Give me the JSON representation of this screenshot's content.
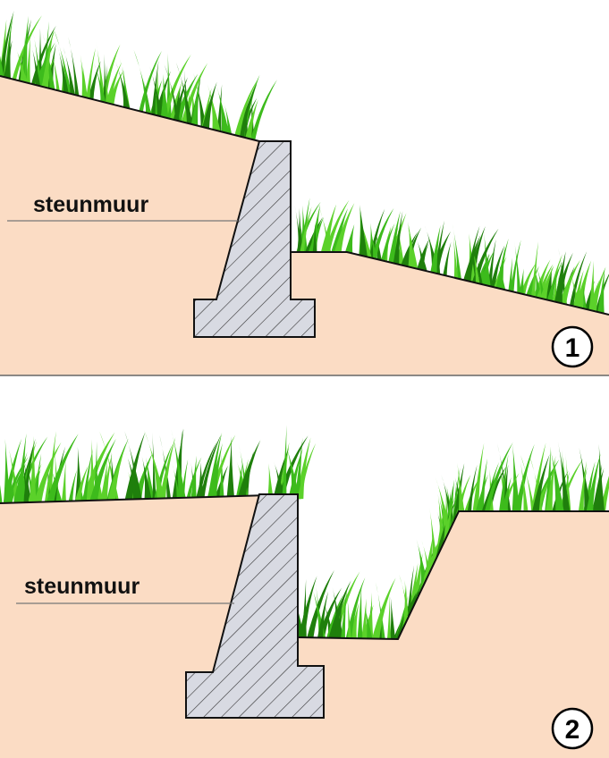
{
  "panels": [
    {
      "number": "1",
      "label": "steunmuur"
    },
    {
      "number": "2",
      "label": "steunmuur"
    }
  ],
  "colors": {
    "soil": "#fbdcc4",
    "wall": "#d8dae2",
    "grass": "#3dbb1c",
    "grass_dark": "#1f7f0c",
    "outline": "#111111"
  }
}
